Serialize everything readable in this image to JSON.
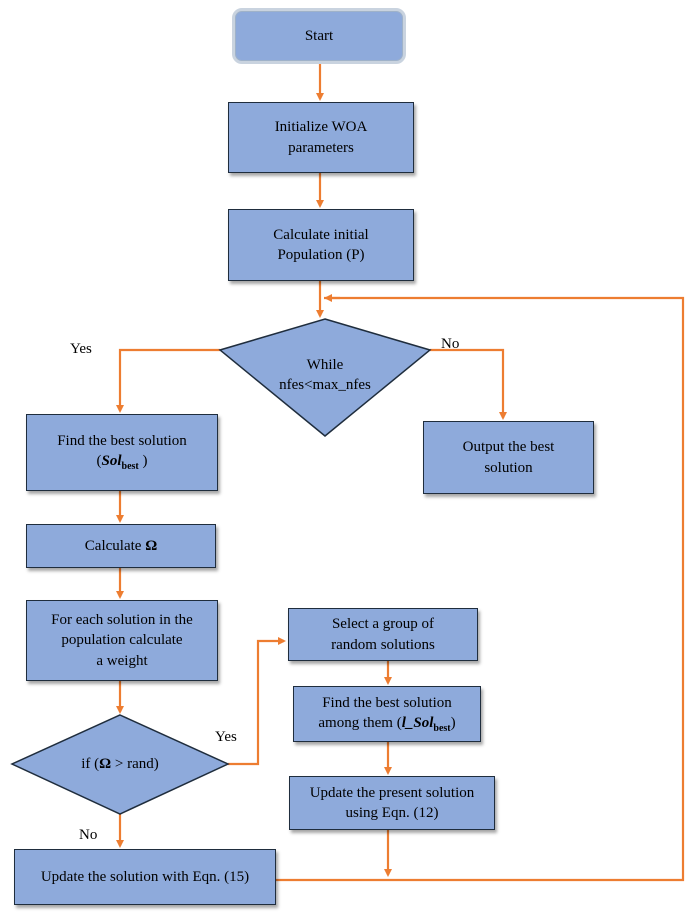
{
  "nodes": {
    "start": "Start",
    "init_line1": "Initialize WOA",
    "init_line2": "parameters",
    "calc_pop_line1": "Calculate initial",
    "calc_pop_line2": "Population (P)",
    "while_line1": "While",
    "while_line2": "nfes<max_nfes",
    "find_best_line1": "Find the best solution",
    "find_best_sym": "Sol",
    "find_best_sub": "best",
    "output_line1": "Output the best",
    "output_line2": "solution",
    "calc_omega_prefix": "Calculate ",
    "calc_omega_sym": "Ω",
    "weight_line1": "For each solution in the",
    "weight_line2": "population calculate",
    "weight_line3": "a weight",
    "select_line1": "Select a group of",
    "select_line2": "random solutions",
    "find_among_line1": "Find the best solution",
    "find_among_prefix": "among them (",
    "find_among_sym": "l_Sol",
    "find_among_sub": "best",
    "find_among_suffix": ")",
    "if_text_prefix": "if (",
    "if_text_sym": "Ω",
    "if_text_suffix": " > rand)",
    "update_present_line1": "Update the present solution",
    "update_present_line2": "using Eqn. (12)",
    "update_solution": "Update the solution with Eqn. (15)"
  },
  "edge_labels": {
    "while_no": "No",
    "while_yes": "Yes",
    "if_yes": "Yes",
    "if_no": "No"
  },
  "colors": {
    "node_fill": "#8eaadb",
    "arrow": "#ed7d31",
    "border": "#1f2d3d"
  }
}
